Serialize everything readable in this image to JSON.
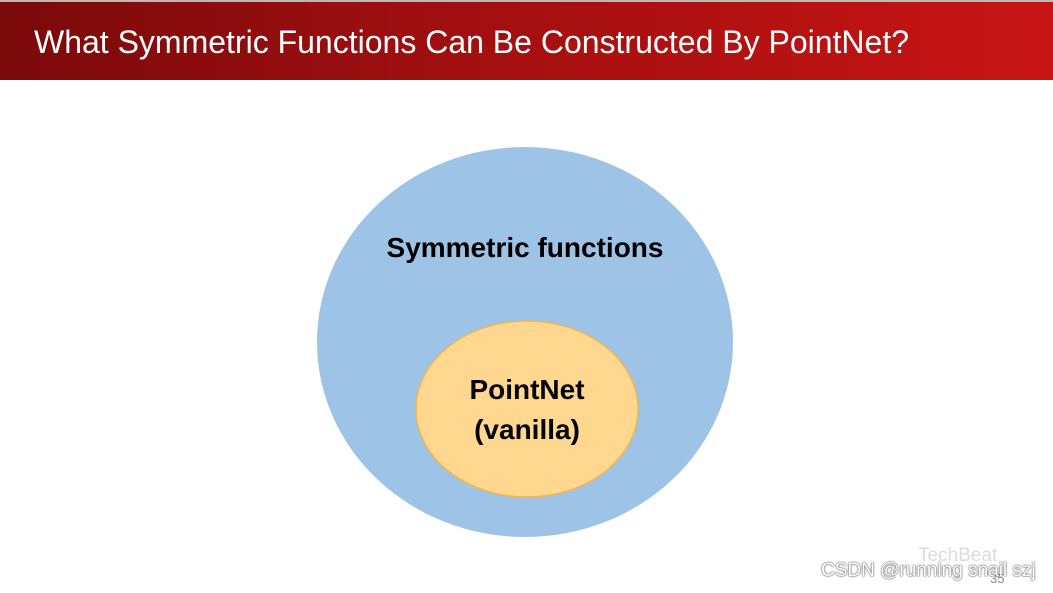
{
  "slide": {
    "title": "What Symmetric Functions Can Be Constructed By PointNet?",
    "page_number": "35"
  },
  "diagram": {
    "outer": {
      "label": "Symmetric functions",
      "fill": "#9dc3e6"
    },
    "inner": {
      "label_line1": "PointNet",
      "label_line2": "(vanilla)",
      "fill": "#ffd78f",
      "stroke": "#f2b84b"
    }
  },
  "watermark": {
    "logo_text": "TechBeat",
    "text": "CSDN @running snail szj"
  },
  "colors": {
    "title_bar_dark": "#7a0a0a",
    "title_bar_light": "#c81414",
    "title_text": "#ffffff"
  }
}
